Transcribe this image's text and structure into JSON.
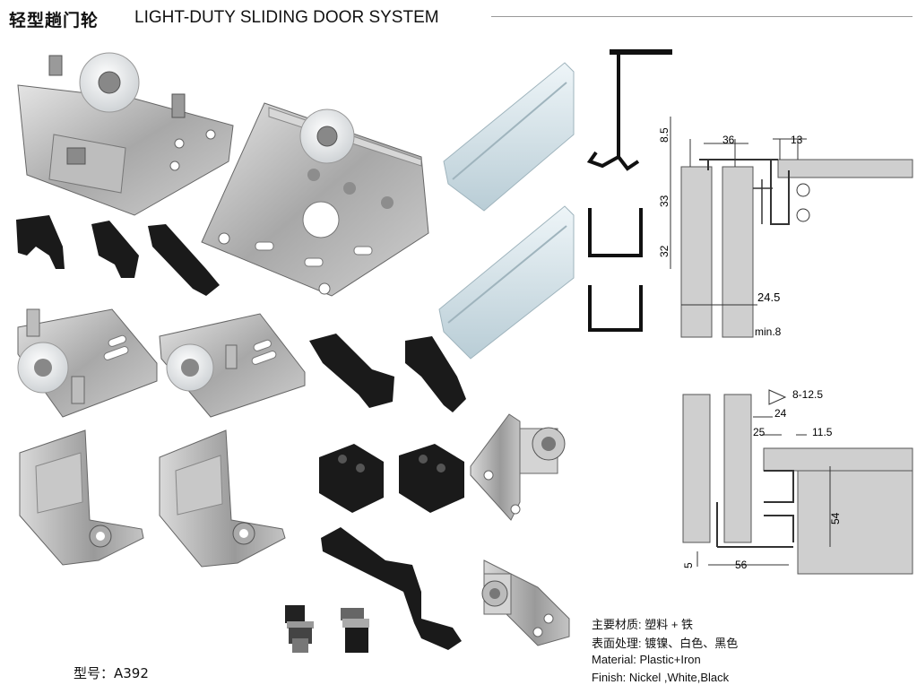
{
  "header": {
    "title_cn": "轻型趟门轮",
    "title_en": "LIGHT-DUTY SLIDING DOOR SYSTEM"
  },
  "model": "型号：A392",
  "specs": {
    "material_cn": "主要材质: 塑料 + 铁",
    "finish_cn": "表面处理: 镀镍、白色、黑色",
    "material_en": "Material: Plastic+Iron",
    "finish_en": "Finish: Nickel ,White,Black"
  },
  "dimensions_top": {
    "d8_5": "8.5",
    "d36": "36",
    "d13": "13",
    "d33": "33",
    "d32": "32",
    "d24_5": "24.5",
    "min8": "min.8"
  },
  "dimensions_bottom": {
    "d8_12_5": "8-12.5",
    "d24": "24",
    "d25": "25",
    "d11_5": "11.5",
    "d54": "54",
    "d5": "5",
    "d56": "56"
  }
}
